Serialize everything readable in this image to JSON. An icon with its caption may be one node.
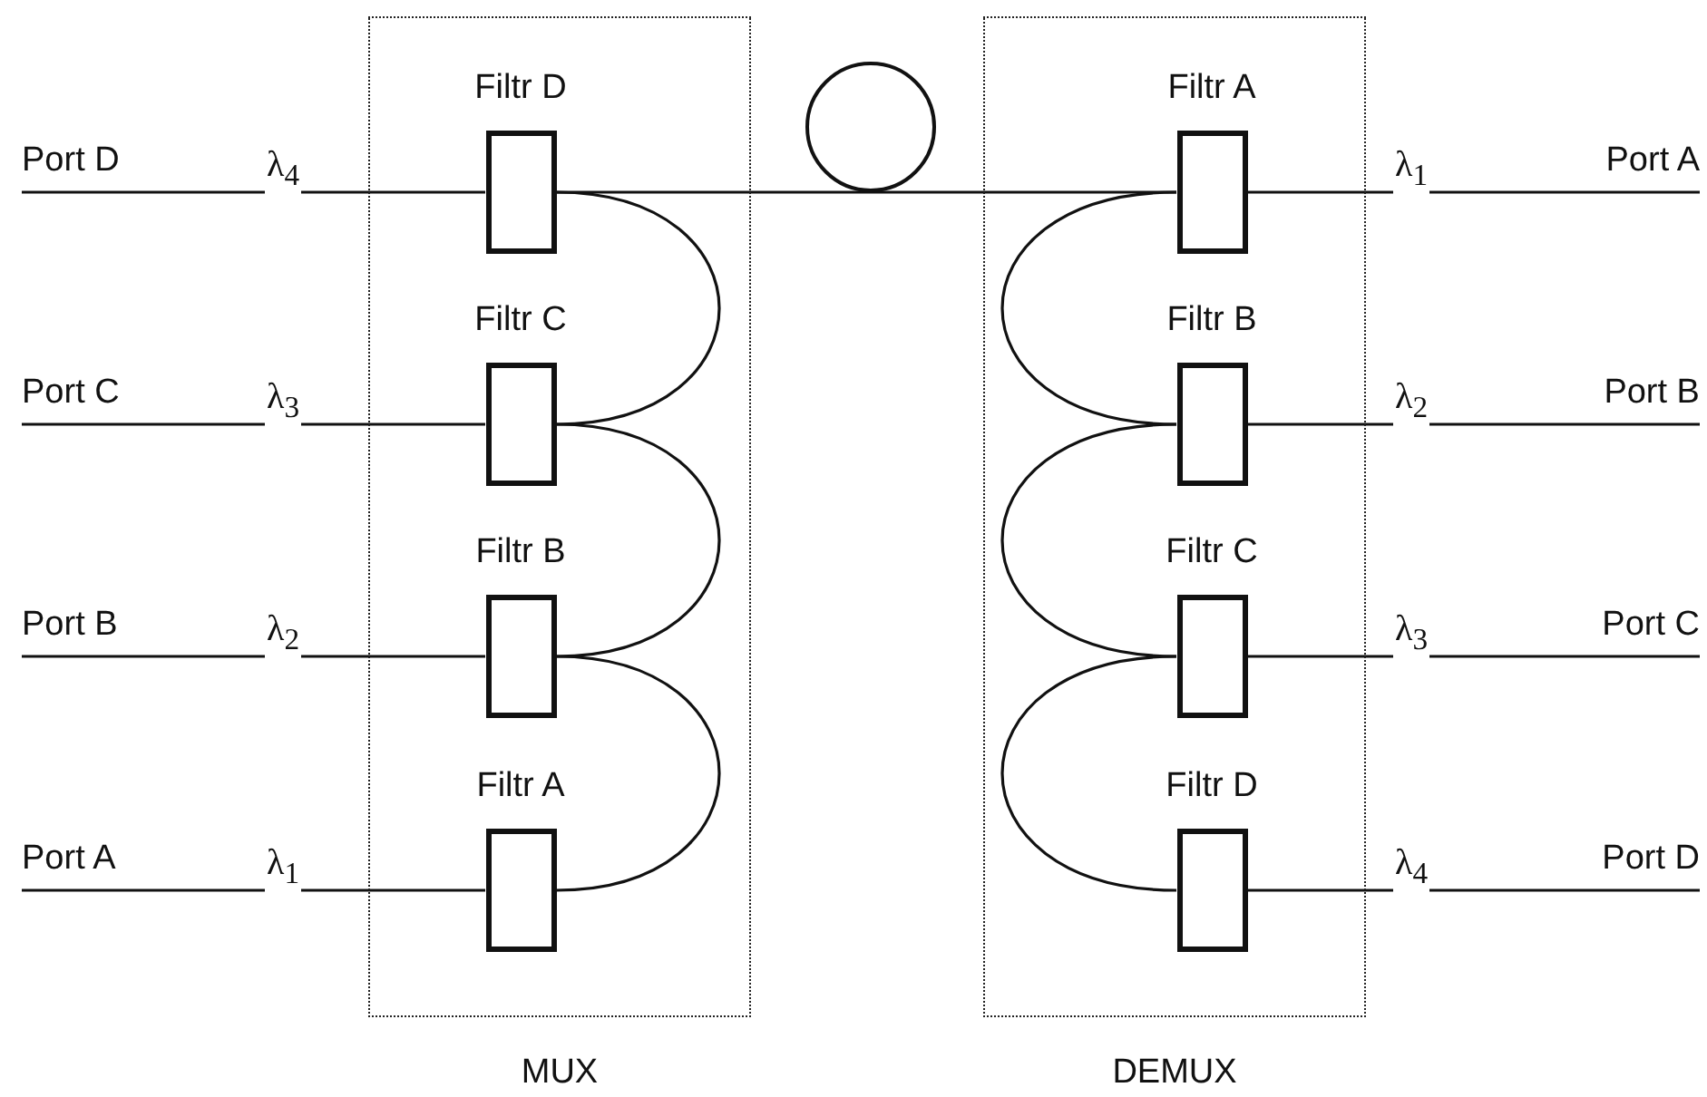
{
  "diagram": {
    "nodes": [
      {
        "text": [
          "MUX"
        ]
      },
      {
        "text": [
          "Filtr D"
        ],
        "in": 0
      },
      {
        "text": [
          "Filtr C"
        ],
        "in": 0
      },
      {
        "text": [
          "Filtr B"
        ],
        "in": 0
      },
      {
        "text": [
          "Filtr A"
        ],
        "in": 0
      },
      {
        "text": [
          "DEMUX"
        ]
      },
      {
        "text": [
          "Filtr A"
        ],
        "in": 5
      },
      {
        "text": [
          "Filtr B"
        ],
        "in": 5
      },
      {
        "text": [
          "Filtr C"
        ],
        "in": 5
      },
      {
        "text": [
          "Filtr D"
        ],
        "in": 5
      },
      {
        "text": [
          "Port D"
        ]
      },
      {
        "text": [
          "Port C"
        ]
      },
      {
        "text": [
          "Port B"
        ]
      },
      {
        "text": [
          "Port A"
        ]
      },
      {
        "text": [
          "Port A"
        ]
      },
      {
        "text": [
          "Port B"
        ]
      },
      {
        "text": [
          "Port C"
        ]
      },
      {
        "text": [
          "Port D"
        ]
      },
      {
        "text": [],
        "shape": "circle"
      }
    ],
    "edges": [
      {
        "from": 10,
        "to": 1,
        "arrow": "none",
        "label": "λ$_{4}$"
      },
      {
        "from": 11,
        "to": 2,
        "arrow": "none",
        "label": "λ$_{3}$"
      },
      {
        "from": 12,
        "to": 3,
        "arrow": "none",
        "label": "λ$_{2}$"
      },
      {
        "from": 13,
        "to": 4,
        "arrow": "none",
        "label": "λ$_{1}$"
      },
      {
        "from": 4,
        "to": 3,
        "arrow": "none"
      },
      {
        "from": 3,
        "to": 2,
        "arrow": "none"
      },
      {
        "from": 2,
        "to": 1,
        "arrow": "none"
      },
      {
        "from": 1,
        "to": 18,
        "arrow": "none"
      },
      {
        "from": 18,
        "to": 6,
        "arrow": "none"
      },
      {
        "from": 6,
        "to": 7,
        "arrow": "none"
      },
      {
        "from": 7,
        "to": 8,
        "arrow": "none"
      },
      {
        "from": 8,
        "to": 9,
        "arrow": "none"
      },
      {
        "from": 6,
        "to": 14,
        "arrow": "none",
        "label": "λ$_{1}$"
      },
      {
        "from": 7,
        "to": 15,
        "arrow": "none",
        "label": "λ$_{2}$"
      },
      {
        "from": 8,
        "to": 16,
        "arrow": "none",
        "label": "λ$_{3}$"
      },
      {
        "from": 9,
        "to": 17,
        "arrow": "none",
        "label": "λ$_{4}$"
      }
    ]
  }
}
